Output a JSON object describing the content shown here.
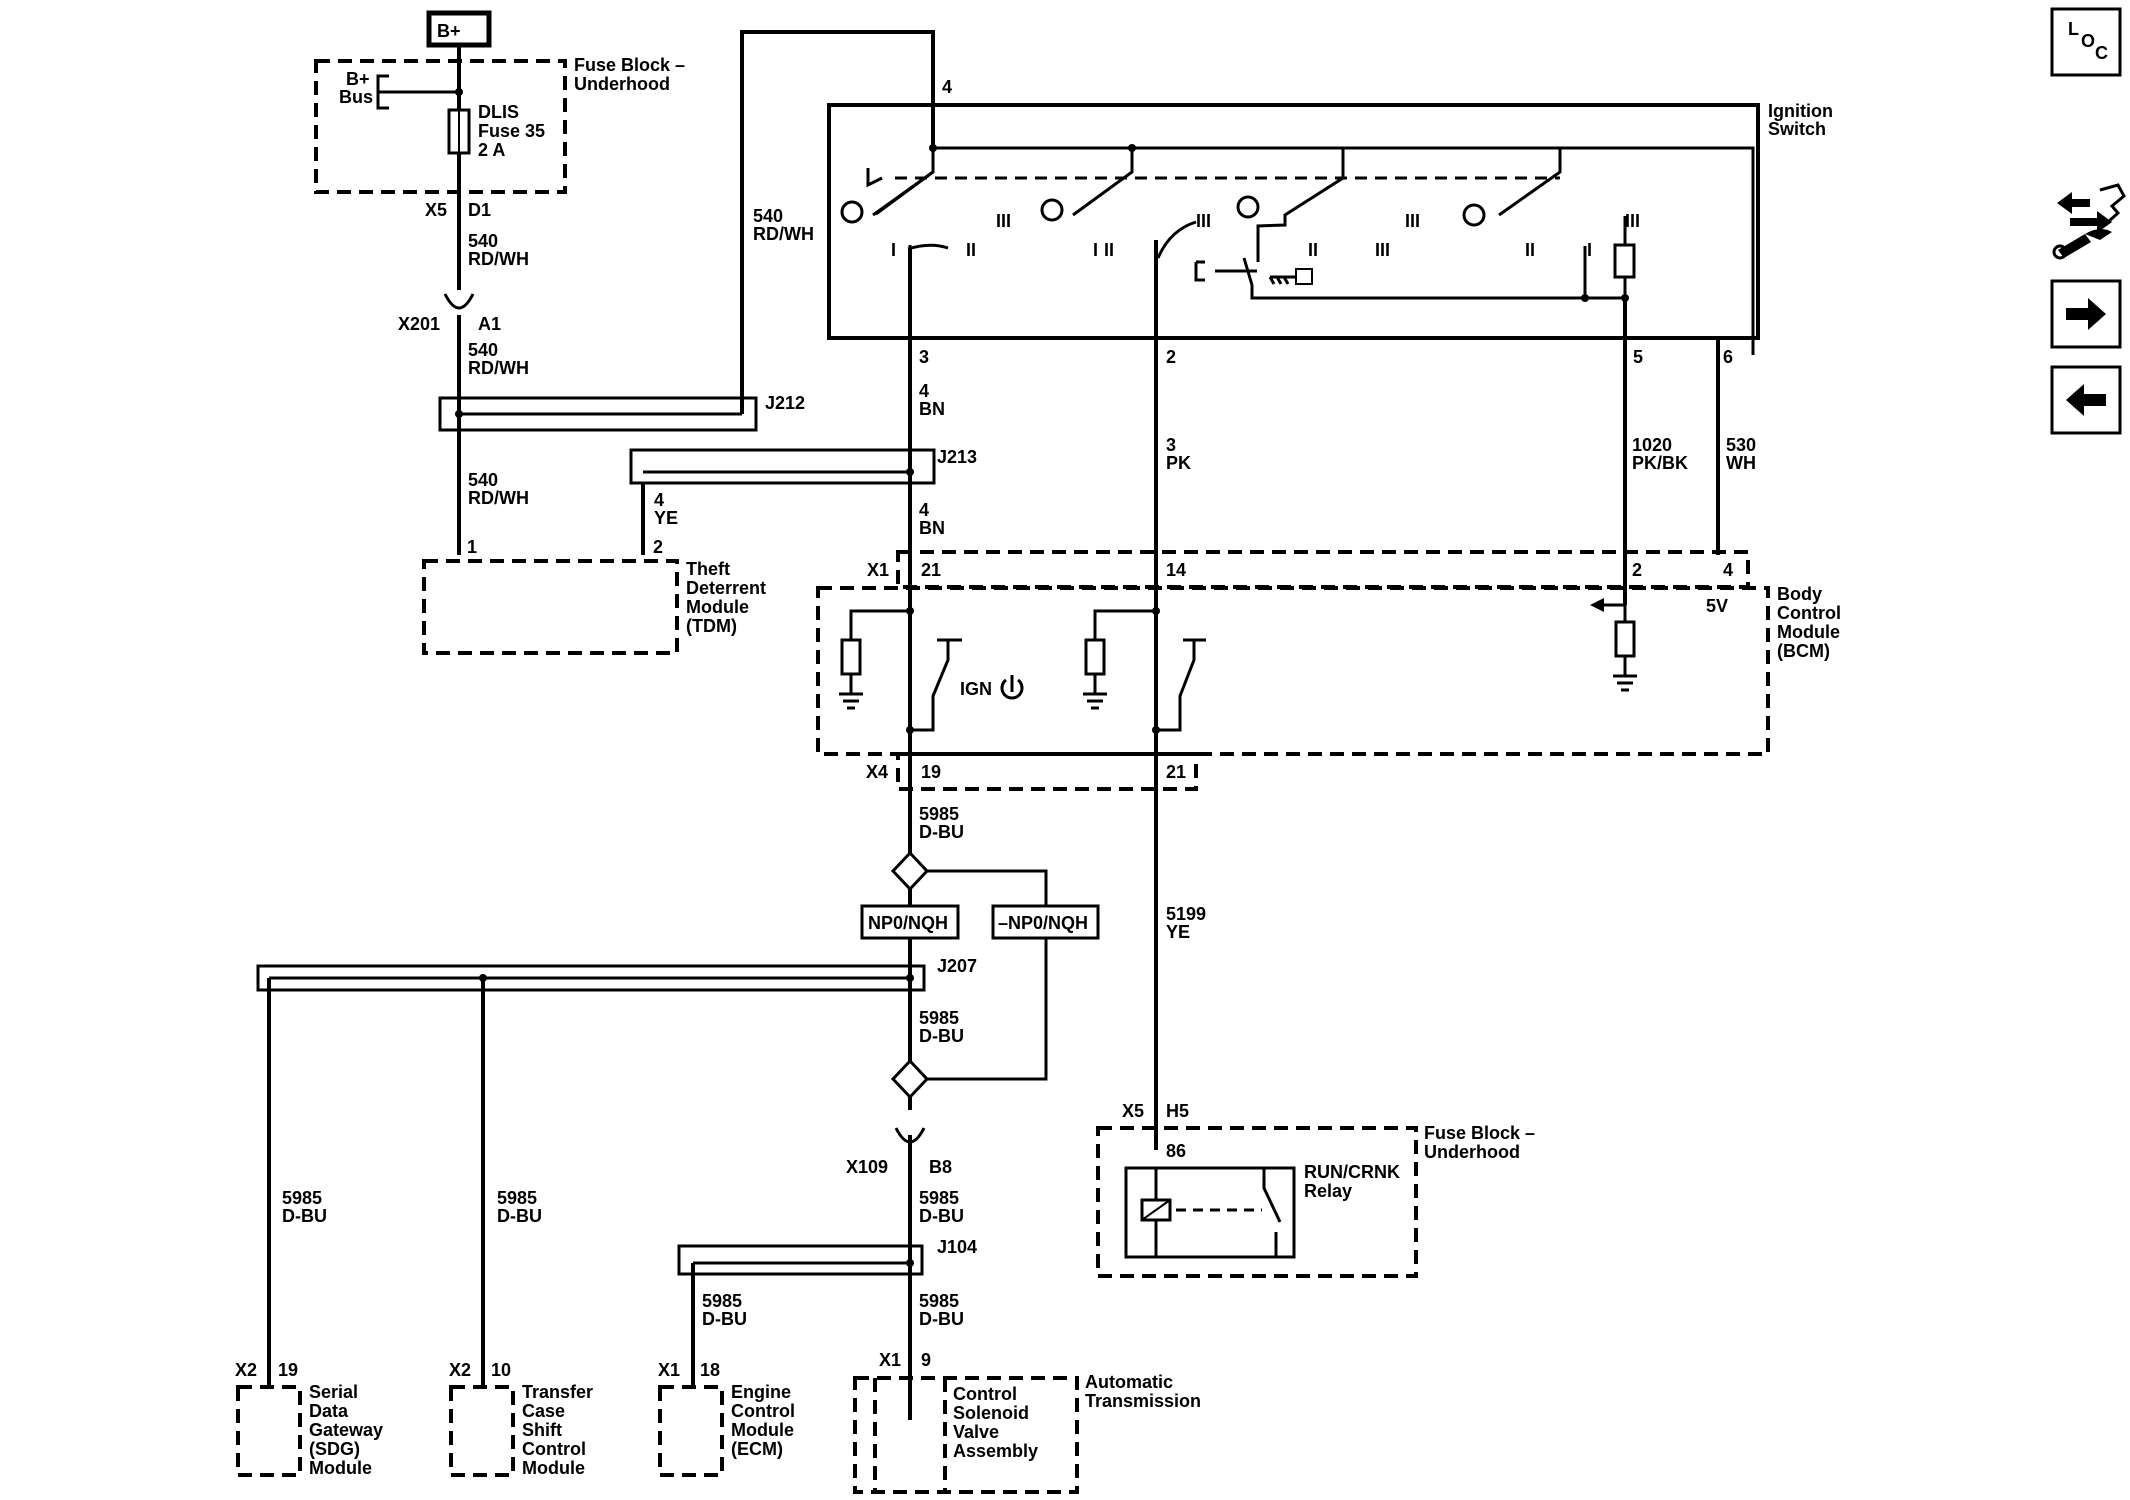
{
  "power": {
    "bplus": "B+",
    "bplus_bus": [
      "B+",
      "Bus"
    ],
    "fuse": [
      "DLIS",
      "Fuse 35",
      "2 A"
    ]
  },
  "fuse_block_top": [
    "Fuse Block –",
    "Underhood"
  ],
  "fuse_block_bottom": [
    "Fuse Block –",
    "Underhood"
  ],
  "connectors": {
    "x5": "X5",
    "d1": "D1",
    "x201": "X201",
    "a1": "A1",
    "x1": "X1",
    "x4": "X4",
    "x109": "X109",
    "b8": "B8",
    "h5": "H5",
    "x2a": "X2",
    "x2b": "X2",
    "x1b": "X1",
    "x1c": "X1"
  },
  "splices": {
    "j212": "J212",
    "j213": "J213",
    "j207": "J207",
    "j104": "J104"
  },
  "wires": {
    "w540a": [
      "540",
      "RD/WH"
    ],
    "w540b": [
      "540",
      "RD/WH"
    ],
    "w540c": [
      "540",
      "RD/WH"
    ],
    "w540d": [
      "540",
      "RD/WH"
    ],
    "w4bn_a": [
      "4",
      "BN"
    ],
    "w4bn_b": [
      "4",
      "BN"
    ],
    "w4ye": [
      "4",
      "YE"
    ],
    "w3pk": [
      "3",
      "PK"
    ],
    "w1020": [
      "1020",
      "PK/BK"
    ],
    "w530": [
      "530",
      "WH"
    ],
    "w5985_a": [
      "5985",
      "D-BU"
    ],
    "w5985_b": [
      "5985",
      "D-BU"
    ],
    "w5985_c": [
      "5985",
      "D-BU"
    ],
    "w5985_d": [
      "5985",
      "D-BU"
    ],
    "w5985_e": [
      "5985",
      "D-BU"
    ],
    "w5985_f": [
      "5985",
      "D-BU"
    ],
    "w5985_g": [
      "5985",
      "D-BU"
    ],
    "w5199": [
      "5199",
      "YE"
    ]
  },
  "pins": {
    "p4_top": "4",
    "p3": "3",
    "p2": "2",
    "p5": "5",
    "p6": "6",
    "tdm1": "1",
    "tdm2": "2",
    "bcm21": "21",
    "bcm14": "14",
    "bcm2": "2",
    "bcm4": "4",
    "bcm5v": "5V",
    "x4_19": "19",
    "x4_21": "21",
    "r86": "86",
    "sdg19": "19",
    "tc10": "10",
    "ecm18": "18",
    "at9": "9"
  },
  "ignition_switch": [
    "Ignition",
    "Switch"
  ],
  "bcm": [
    "Body",
    "Control",
    "Module",
    "(BCM)"
  ],
  "ign_label": "IGN",
  "tdm": [
    "Theft",
    "Deterrent",
    "Module",
    "(TDM)"
  ],
  "options": {
    "np0": "NP0/NQH",
    "not_np0": "–NP0/NQH"
  },
  "relay": [
    "RUN/CRNK",
    "Relay"
  ],
  "modules": {
    "sdg": [
      "Serial",
      "Data",
      "Gateway",
      "(SDG)",
      "Module"
    ],
    "tcsc": [
      "Transfer",
      "Case",
      "Shift",
      "Control",
      "Module"
    ],
    "ecm": [
      "Engine",
      "Control",
      "Module",
      "(ECM)"
    ],
    "csva": [
      "Control",
      "Solenoid",
      "Valve",
      "Assembly"
    ],
    "at": [
      "Automatic",
      "Transmission"
    ]
  },
  "switch_positions": {
    "s1": [
      "I",
      "II",
      "III"
    ],
    "s2": [
      "I",
      "II",
      "III"
    ],
    "s3": [
      "II",
      "III",
      "III"
    ],
    "s4": [
      "II",
      "I",
      "III"
    ]
  },
  "nav": {
    "loc": [
      "L",
      "O",
      "C"
    ]
  }
}
